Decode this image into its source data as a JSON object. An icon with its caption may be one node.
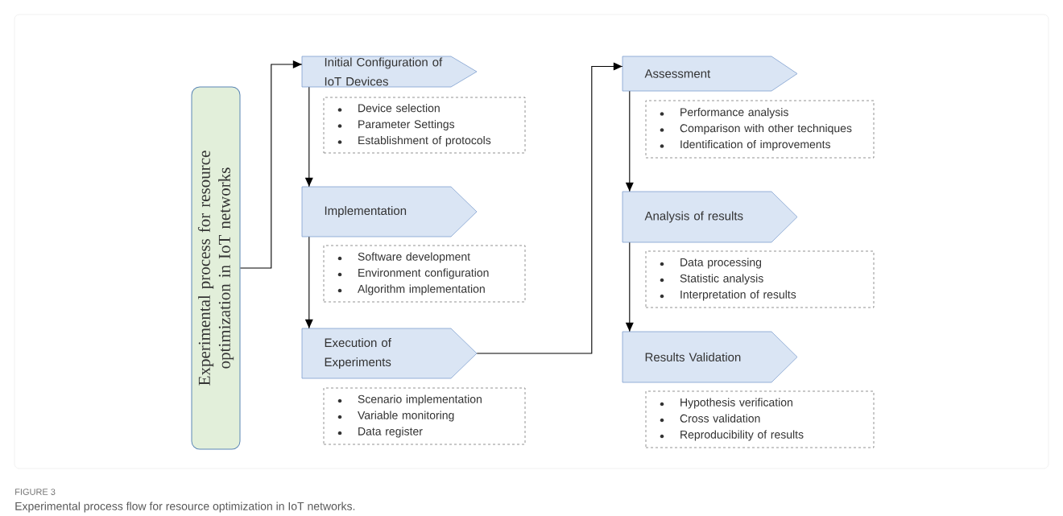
{
  "diagram": {
    "caption": "Experimental process flow for resource optimization in IoT networks.",
    "nodes": [
      {
        "text": [
          "Experimental process for resource optimization in IoT networks"
        ]
      },
      {
        "text": [
          "Initial Configuration of IoT Devices"
        ]
      },
      {
        "text": [
          "Device selection",
          "Parameter Settings",
          "Establishment of protocols"
        ]
      },
      {
        "text": [
          "Implementation"
        ]
      },
      {
        "text": [
          "Software development",
          "Environment configuration",
          "Algorithm implementation"
        ]
      },
      {
        "text": [
          "Execution of Experiments"
        ]
      },
      {
        "text": [
          "Scenario implementation",
          "Variable monitoring",
          "Data register"
        ]
      },
      {
        "text": [
          "Assessment"
        ]
      },
      {
        "text": [
          "Performance analysis",
          "Comparison with other techniques",
          "Identification of improvements"
        ]
      },
      {
        "text": [
          "Analysis of results"
        ]
      },
      {
        "text": [
          "Data processing",
          "Statistic analysis",
          "Interpretation of results"
        ]
      },
      {
        "text": [
          "Results Validation"
        ]
      },
      {
        "text": [
          "Hypothesis verification",
          "Cross validation",
          "Reproducibility of results"
        ]
      }
    ],
    "edges": [
      {
        "from": 0,
        "to": 1,
        "arrow": "to"
      },
      {
        "from": 1,
        "to": 3,
        "arrow": "to"
      },
      {
        "from": 3,
        "to": 5,
        "arrow": "to"
      },
      {
        "from": 5,
        "to": 7,
        "arrow": "to"
      },
      {
        "from": 7,
        "to": 9,
        "arrow": "to"
      },
      {
        "from": 9,
        "to": 11,
        "arrow": "to"
      }
    ],
    "labels": [
      "FIGURE 3"
    ]
  }
}
